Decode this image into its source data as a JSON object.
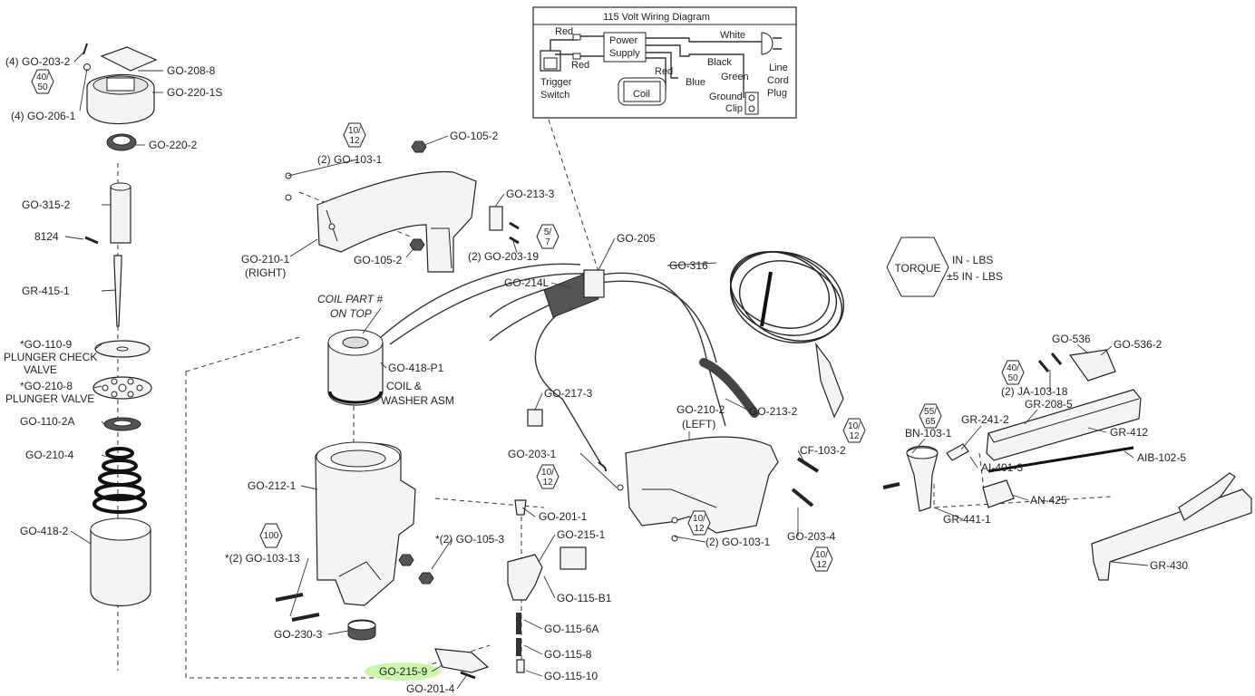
{
  "wiring": {
    "title": "115 Volt Wiring Diagram",
    "labels": [
      "Red",
      "Red",
      "Power",
      "Supply",
      "White",
      "Black",
      "Red",
      "Green",
      "Blue",
      "Line",
      "Cord",
      "Plug",
      "Trigger",
      "Switch",
      "Coil",
      "Ground",
      "Clip"
    ]
  },
  "torque": {
    "label": "TORQUE",
    "units": "IN - LBS",
    "tolerance": "±5 IN - LBS"
  },
  "torque_values": [
    "40/\n50",
    "10/\n12",
    "5/\n7",
    "100",
    "10/\n12",
    "10/\n12",
    "10/\n12",
    "10/\n12",
    "40/\n50",
    "55/\n65"
  ],
  "parts": [
    "(4) GO-203-2",
    "GO-208-8",
    "GO-220-1S",
    "(4) GO-206-1",
    "GO-220-2",
    "GO-315-2",
    "8124",
    "GR-415-1",
    "*GO-110-9",
    "PLUNGER CHECK",
    "VALVE",
    "*GO-210-8",
    "PLUNGER VALVE",
    "GO-110-2A",
    "GO-210-4",
    "GO-418-2",
    "(2) GO-103-1",
    "GO-105-2",
    "GO-213-3",
    "(2) GO-203-19",
    "GO-210-1",
    "(RIGHT)",
    "GO-105-2",
    "GO-205",
    "GO-214L",
    "GO-316",
    "COIL PART #",
    "ON TOP",
    "GO-418-P1",
    "COIL &",
    "WASHER ASM",
    "GO-217-3",
    "GO-210-2",
    "(LEFT)",
    "GO-213-2",
    "CF-103-2",
    "GO-203-1",
    "GO-212-1",
    "GO-201-1",
    "*(2) GO-105-3",
    "GO-215-1",
    "*(2) GO-103-13",
    "GO-115-B1",
    "(2) GO-103-1",
    "GO-203-4",
    "GO-230-3",
    "GO-115-6A",
    "GO-115-8",
    "GO-215-9",
    "GO-115-10",
    "GO-201-4",
    "GO-536",
    "GO-536-2",
    "(2) JA-103-18",
    "BN-103-1",
    "GR-241-2",
    "GR-208-5",
    "GR-412",
    "AI-401-3",
    "AIB-102-5",
    "AN-425",
    "GR-441-1",
    "GR-430"
  ],
  "highlighted_part": "GO-215-9",
  "colors": {
    "highlight": "#c6f5a5",
    "ink": "#222222"
  }
}
